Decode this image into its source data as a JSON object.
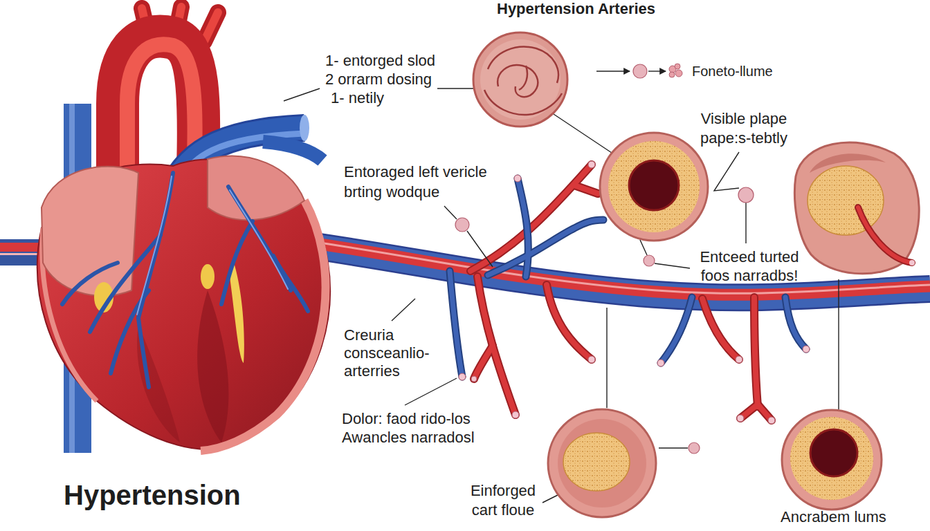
{
  "diagram": {
    "title": "Hypertension Arteries",
    "labels": [
      "1- entorged slod",
      "2 orrarm dosing",
      "1- netily",
      "Foneto-llume",
      "Visible plape pape:s-tebtly",
      "Entoraged left vericle brting wodque",
      "Entceed turted foos narradbs!",
      "Creuria consceanlio- arterries",
      "Dolor: faod rido-los Awancles narradosl",
      "Hypertension",
      "Einforged cart floue",
      "Ancrabem lums"
    ]
  }
}
